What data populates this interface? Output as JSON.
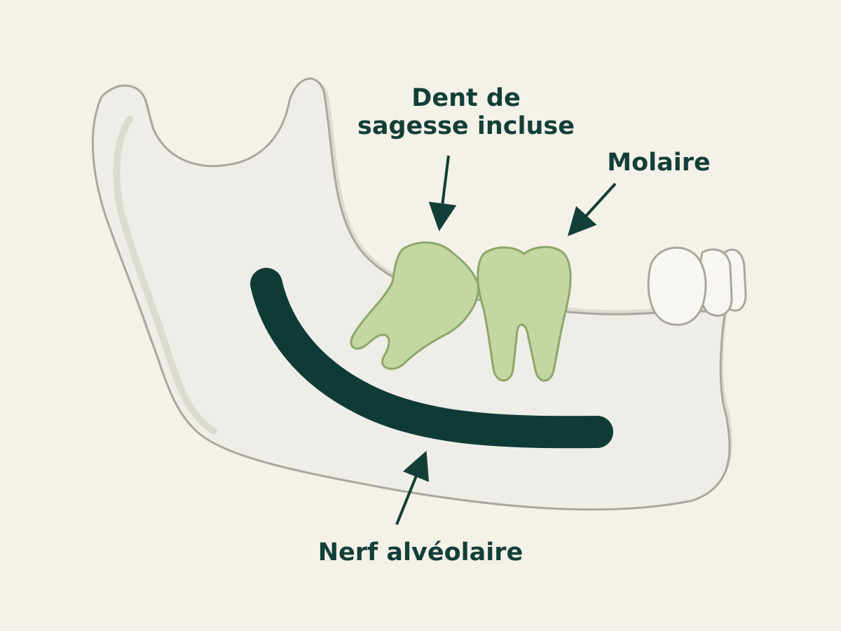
{
  "labels": {
    "wisdom_line1": "Dent de",
    "wisdom_line2": "sagesse incluse",
    "molar": "Molaire",
    "nerve": "Nerf alvéolaire"
  },
  "colors": {
    "background": "#f4f1e8",
    "bone_fill": "#efede7",
    "bone_shadow": "#dcdbd2",
    "bone_outline": "#a9a79f",
    "tooth_green": "#c4d6a1",
    "tooth_outline": "#8ca76a",
    "front_tooth": "#f7f6f1",
    "nerve": "#0f3b36",
    "text": "#123f38"
  }
}
